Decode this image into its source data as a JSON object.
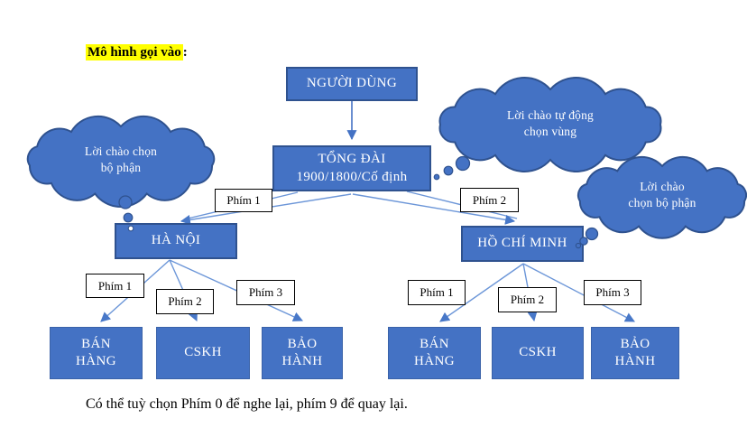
{
  "title": {
    "text": "Mô hình gọi vào",
    "colon": ":"
  },
  "nodes": {
    "user": "NGƯỜI DÙNG",
    "switchboard": "TỔNG ĐÀI\n1900/1800/Cố định",
    "hanoi": "HÀ NỘI",
    "hochiminh": "HỒ CHÍ MINH"
  },
  "clouds": {
    "left": "Lời chào chọn\nbộ phận",
    "top_right": "Lời chào tự động\nchọn vùng",
    "right": "Lời chào\nchọn bộ phận"
  },
  "branch_keys": {
    "hanoi": "Phím 1",
    "hochiminh": "Phím 2"
  },
  "dept_keys": [
    "Phím 1",
    "Phím 2",
    "Phím 3"
  ],
  "departments": [
    "BÁN\nHÀNG",
    "CSKH",
    "BẢO\nHÀNH"
  ],
  "footnote": "Có thể tuỳ chọn Phím 0 để nghe lại, phím 9 để quay lại.",
  "colors": {
    "box_fill": "#4472C4",
    "box_border": "#2F528F",
    "connector_line": "#6C96D8",
    "arrowhead": "#4472C4",
    "title_highlight": "#FFFF00"
  }
}
